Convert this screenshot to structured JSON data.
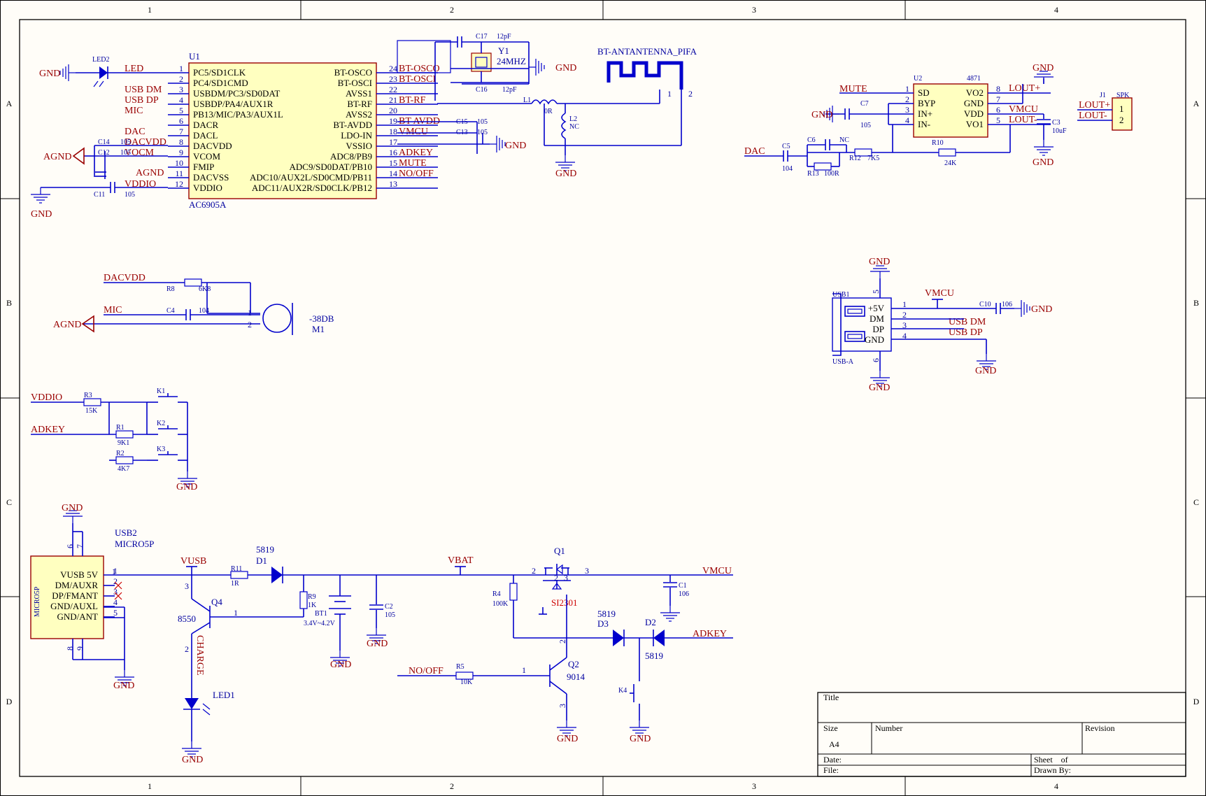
{
  "border": {
    "col_labels": [
      "1",
      "2",
      "3",
      "4"
    ],
    "row_labels": [
      "A",
      "B",
      "C",
      "D"
    ]
  },
  "title_block": {
    "title": "Title",
    "size": "Size",
    "size_value": "A4",
    "number": "Number",
    "revision": "Revision",
    "date": "Date:",
    "sheet": "Sheet    of",
    "file": "File:",
    "drawn_by": "Drawn By:"
  },
  "u1": {
    "ref": "U1",
    "part": "AC6905A",
    "left_pins": [
      {
        "num": "1",
        "name": "PC5/SD1CLK",
        "net": "LED"
      },
      {
        "num": "2",
        "name": "PC4/SD1CMD",
        "net": ""
      },
      {
        "num": "3",
        "name": "USBDM/PC3/SD0DAT",
        "net": "USB DM"
      },
      {
        "num": "4",
        "name": "USBDP/PA4/AUX1R",
        "net": "USB DP"
      },
      {
        "num": "5",
        "name": "PB13/MIC/PA3/AUX1L",
        "net": "MIC"
      },
      {
        "num": "6",
        "name": "DACR",
        "net": ""
      },
      {
        "num": "7",
        "name": "DACL",
        "net": "DAC"
      },
      {
        "num": "8",
        "name": "DACVDD",
        "net": "DACVDD"
      },
      {
        "num": "9",
        "name": "VCOM",
        "net": "VOCM"
      },
      {
        "num": "10",
        "name": "FMIP",
        "net": ""
      },
      {
        "num": "11",
        "name": "DACVSS",
        "net": "AGND"
      },
      {
        "num": "12",
        "name": "VDDIO",
        "net": "VDDIO"
      }
    ],
    "right_pins": [
      {
        "num": "24",
        "name": "BT-OSCO",
        "net": "BT-OSCO"
      },
      {
        "num": "23",
        "name": "BT-OSCI",
        "net": "BT-OSCI"
      },
      {
        "num": "22",
        "name": "AVSS1",
        "net": ""
      },
      {
        "num": "21",
        "name": "BT-RF",
        "net": "BT-RF"
      },
      {
        "num": "20",
        "name": "AVSS2",
        "net": ""
      },
      {
        "num": "19",
        "name": "BT-AVDD",
        "net": "BT AVDD"
      },
      {
        "num": "18",
        "name": "LDO-IN",
        "net": "VMCU"
      },
      {
        "num": "17",
        "name": "VSSIO",
        "net": ""
      },
      {
        "num": "16",
        "name": "ADC8/PB9",
        "net": "ADKEY"
      },
      {
        "num": "15",
        "name": "ADC9/SD0DAT/PB10",
        "net": "MUTE"
      },
      {
        "num": "14",
        "name": "ADC10/AUX2L/SD0CMD/PB11",
        "net": "NO/OFF"
      },
      {
        "num": "13",
        "name": "ADC11/AUX2R/SD0CLK/PB12",
        "net": ""
      }
    ]
  },
  "labels": {
    "gnd": "GND",
    "agnd": "AGND",
    "led2": "LED2",
    "c14": "C14",
    "c14_val": "105",
    "c12": "C12",
    "c12_val": "105",
    "c11": "C11",
    "c11_val": "105",
    "c17": "C17",
    "c17_val": "12pF",
    "c16": "C16",
    "c16_val": "12pF",
    "y1": "Y1",
    "y1_val": "24MHZ",
    "c15": "C15",
    "c15_val": "105",
    "c13": "C13",
    "c13_val": "105",
    "l1": "L1",
    "l1_val": "0R",
    "l2": "L2",
    "l2_val": "NC",
    "antenna": "BT-ANTANTENNA_PIFA",
    "ant_pin1": "1",
    "ant_pin2": "2",
    "mute": "MUTE",
    "u2": "U2",
    "u2_part": "4871",
    "u2_left": [
      {
        "num": "1",
        "name": "SD"
      },
      {
        "num": "2",
        "name": "BYP"
      },
      {
        "num": "3",
        "name": "IN+"
      },
      {
        "num": "4",
        "name": "IN-"
      }
    ],
    "u2_right": [
      {
        "num": "8",
        "name": "VO2",
        "net": "LOUT+"
      },
      {
        "num": "7",
        "name": "GND",
        "net": ""
      },
      {
        "num": "6",
        "name": "VDD",
        "net": "VMCU"
      },
      {
        "num": "5",
        "name": "VO1",
        "net": "LOUT-"
      }
    ],
    "c7": "C7",
    "c7_val": "105",
    "c3": "C3",
    "c3_val": "10uF",
    "j1": "J1",
    "spk": "SPK",
    "lout_p": "LOUT+",
    "lout_m": "LOUT-",
    "j1_pin1": "1",
    "j1_pin2": "2",
    "dac": "DAC",
    "c5": "C5",
    "c5_val": "104",
    "c6": "C6",
    "c6_val": "NC",
    "r12": "R12",
    "r12_val": "7K5",
    "r13": "R13",
    "r13_val": "100R",
    "r10": "R10",
    "r10_val": "24K",
    "dacvdd": "DACVDD",
    "r8": "R8",
    "r8_val": "6K8",
    "mic": "MIC",
    "c4": "C4",
    "c4_val": "104",
    "m1_val": "-38DB",
    "m1": "M1",
    "m1_pin1": "1",
    "m1_pin2": "2",
    "usb1": "USB1",
    "usb1_part": "USB-A",
    "usb1_pins": [
      {
        "num": "1",
        "name": "+5V",
        "net": ""
      },
      {
        "num": "2",
        "name": "DM",
        "net": "USB DM"
      },
      {
        "num": "3",
        "name": "DP",
        "net": "USB DP"
      },
      {
        "num": "4",
        "name": "GND",
        "net": ""
      }
    ],
    "usb1_pin5": "5",
    "usb1_pin6": "6",
    "vmcu": "VMCU",
    "c10": "C10",
    "c10_val": "106",
    "vddio": "VDDIO",
    "adkey": "ADKEY",
    "r3": "R3",
    "r3_val": "15K",
    "r1": "R1",
    "r1_val": "9K1",
    "r2": "R2",
    "r2_val": "4K7",
    "k1": "K1",
    "k2": "K2",
    "k3": "K3",
    "usb2": "USB2",
    "usb2_part": "MICRO5P",
    "usb2_body": "MICRO5P",
    "usb2_pins": [
      {
        "num": "1",
        "name": "VUSB 5V"
      },
      {
        "num": "2",
        "name": "DM/AUXR"
      },
      {
        "num": "3",
        "name": "DP/FMANT"
      },
      {
        "num": "4",
        "name": "GND/AUXL"
      },
      {
        "num": "5",
        "name": "GND/ANT"
      }
    ],
    "usb2_pins_extra": [
      "6",
      "7",
      "8",
      "9"
    ],
    "vusb": "VUSB",
    "r11": "R11",
    "r11_val": "1R",
    "d1_val": "5819",
    "d1": "D1",
    "r9": "R9",
    "r9_val": "1K",
    "bt1": "BT1",
    "bt1_val": "3.4V~4.2V",
    "c2": "C2",
    "c2_val": "105",
    "q4": "Q4",
    "q4_val": "8550",
    "charge": "CHARGE",
    "led1": "LED1",
    "vbat": "VBAT",
    "q1": "Q1",
    "q1_val": "SI2301",
    "r4": "R4",
    "r4_val": "100K",
    "vmcu_out": "VMCU",
    "c1": "C1",
    "c1_val": "106",
    "d3_val": "5819",
    "d3": "D3",
    "d2": "D2",
    "d2_val": "5819",
    "no_off": "NO/OFF",
    "r5": "R5",
    "r5_val": "10K",
    "q2": "Q2",
    "q2_val": "9014",
    "k4": "K4",
    "pin1": "1",
    "pin2": "2",
    "pin3": "3"
  },
  "colors": {
    "wire": "#0000cc",
    "net_label": "#990000",
    "chip_fill": "#ffffc0",
    "background": "#fffdf8"
  }
}
